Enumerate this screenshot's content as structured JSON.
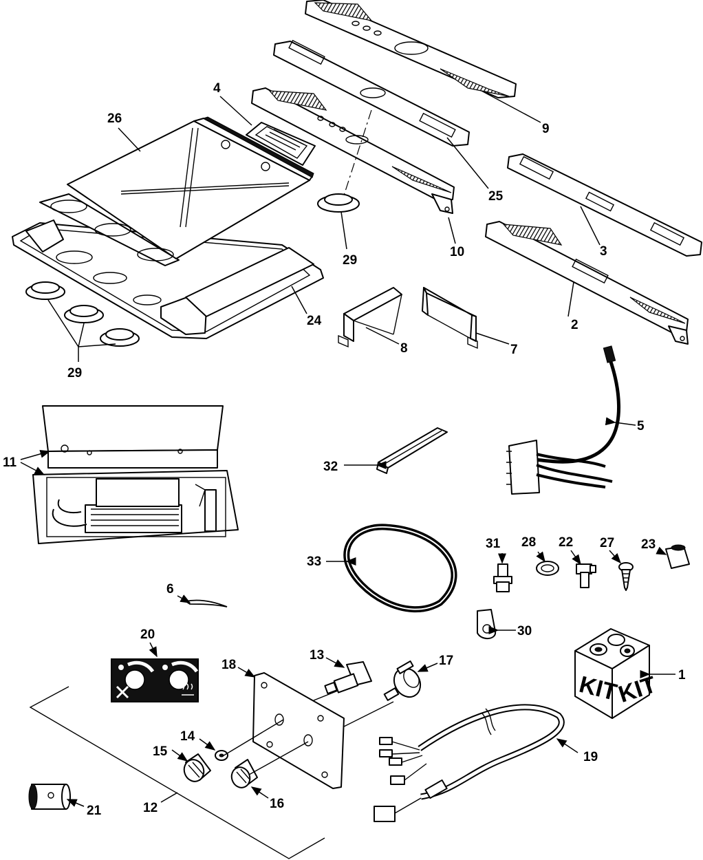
{
  "diagram": {
    "callouts": {
      "c1": "1",
      "c2": "2",
      "c3": "3",
      "c4": "4",
      "c5": "5",
      "c6": "6",
      "c7": "7",
      "c8": "8",
      "c9": "9",
      "c10": "10",
      "c11": "11",
      "c12": "12",
      "c13": "13",
      "c14": "14",
      "c15": "15",
      "c16": "16",
      "c17": "17",
      "c18": "18",
      "c19": "19",
      "c20": "20",
      "c21": "21",
      "c22": "22",
      "c23": "23",
      "c24": "24",
      "c25": "25",
      "c26": "26",
      "c27": "27",
      "c28": "28",
      "c29a": "29",
      "c29b": "29",
      "c30": "30",
      "c31": "31",
      "c32": "32",
      "c33": "33"
    },
    "kit_label_left": "KIT",
    "kit_label_right": "KIT"
  }
}
